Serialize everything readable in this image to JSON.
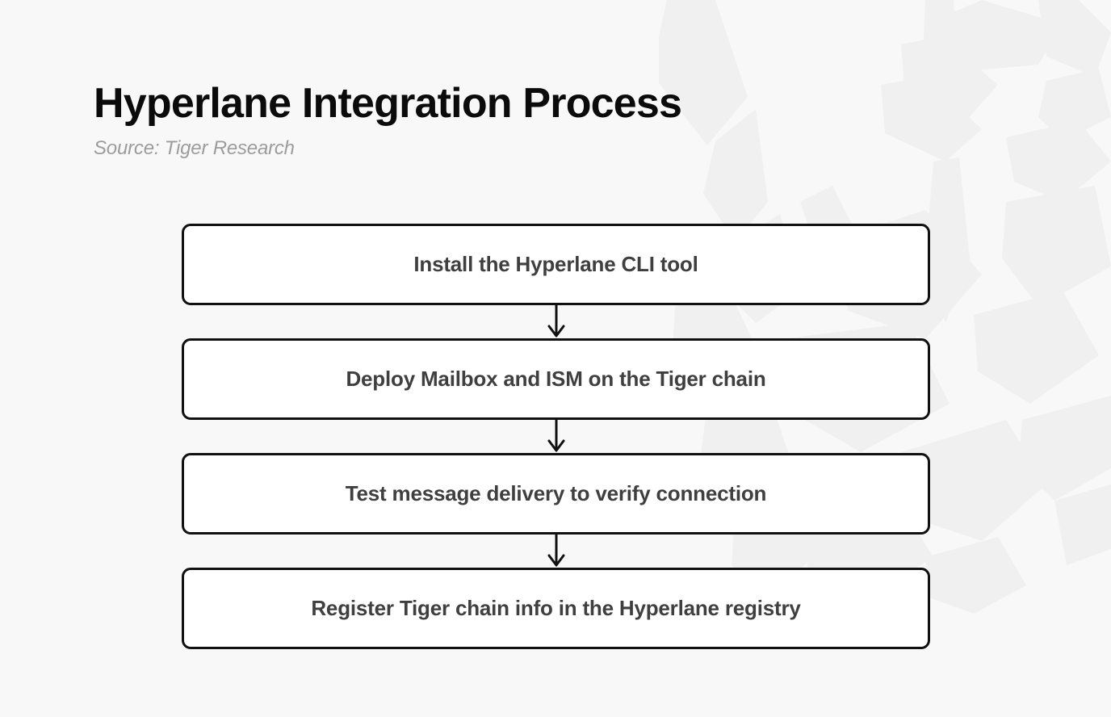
{
  "header": {
    "title": "Hyperlane Integration Process",
    "source": "Source: Tiger Research"
  },
  "colors": {
    "background": "#f8f8f8",
    "watermark": "#f0f0f0",
    "title_text": "#0b0b0b",
    "source_text": "#9c9c9c",
    "node_border": "#111111",
    "node_fill": "#ffffff",
    "node_text": "#3f3f3f",
    "arrow": "#111111"
  },
  "flowchart": {
    "type": "vertical-flow",
    "orientation": "top-to-bottom",
    "connector_icon": "arrow-down-icon",
    "nodes": [
      {
        "step": 1,
        "label": "Install the Hyperlane CLI tool"
      },
      {
        "step": 2,
        "label": "Deploy Mailbox and ISM on the Tiger chain"
      },
      {
        "step": 3,
        "label": "Test message delivery to verify connection"
      },
      {
        "step": 4,
        "label": "Register Tiger chain info in the Hyperlane registry"
      }
    ]
  }
}
